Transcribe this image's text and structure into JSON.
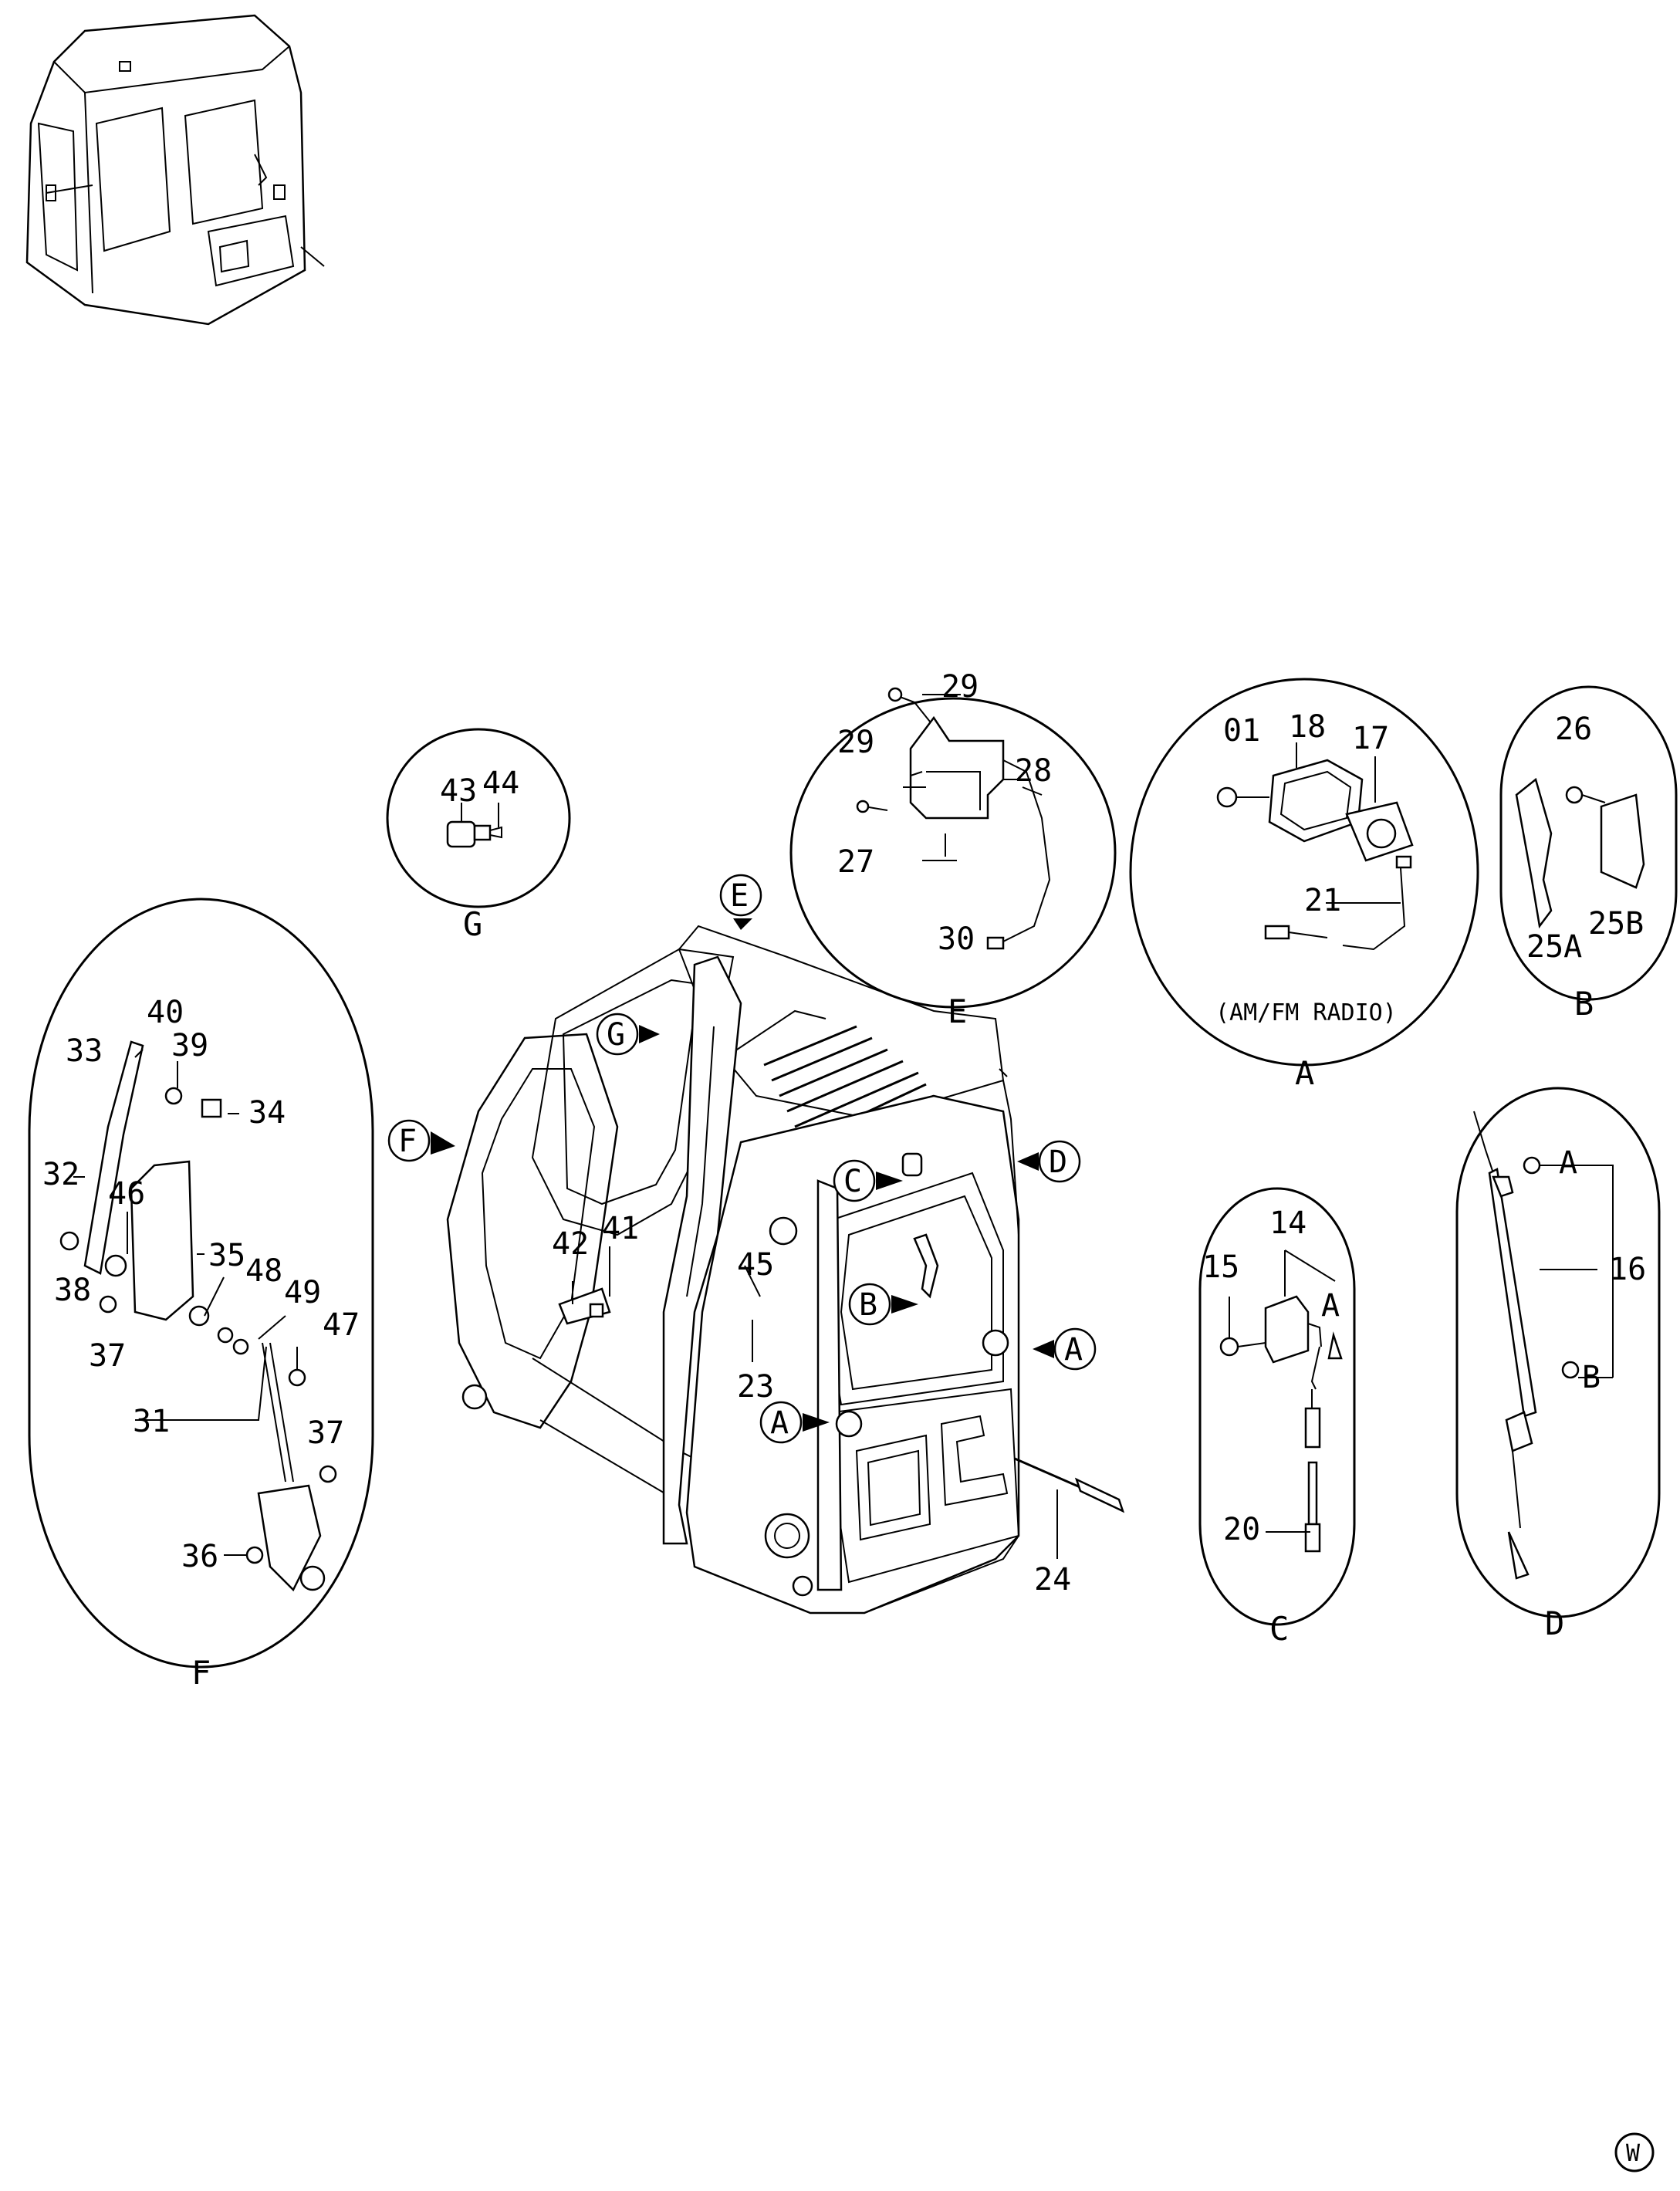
{
  "detail_titles": {
    "G": "G",
    "E": "E",
    "A": "A",
    "B": "B",
    "F": "F",
    "C": "C",
    "D": "D"
  },
  "radio_note": "(AM/FM RADIO)",
  "corner_mark": "W",
  "callout_letters": {
    "E": "E",
    "G": "G",
    "F": "F",
    "C": "C",
    "D": "D",
    "B": "B",
    "A1": "A",
    "A2": "A"
  },
  "labels": {
    "n43": "43",
    "n44": "44",
    "n29a": "29",
    "n29b": "29",
    "n28": "28",
    "n27": "27",
    "n30": "30",
    "n01": "01",
    "n18": "18",
    "n17": "17",
    "n21": "21",
    "n26": "26",
    "n25A": "25A",
    "n25B": "25B",
    "n40": "40",
    "n39": "39",
    "n33": "33",
    "n34": "34",
    "n32": "32",
    "n46": "46",
    "n35": "35",
    "n38": "38",
    "n48": "48",
    "n49": "49",
    "n37a": "37",
    "n47": "47",
    "n31": "31",
    "n37b": "37",
    "n36": "36",
    "n42": "42",
    "n41": "41",
    "n45": "45",
    "n23": "23",
    "n24": "24",
    "n14": "14",
    "n15": "15",
    "nCA": "A",
    "n20": "20",
    "nDA": "A",
    "n16": "16",
    "nDB": "B"
  }
}
